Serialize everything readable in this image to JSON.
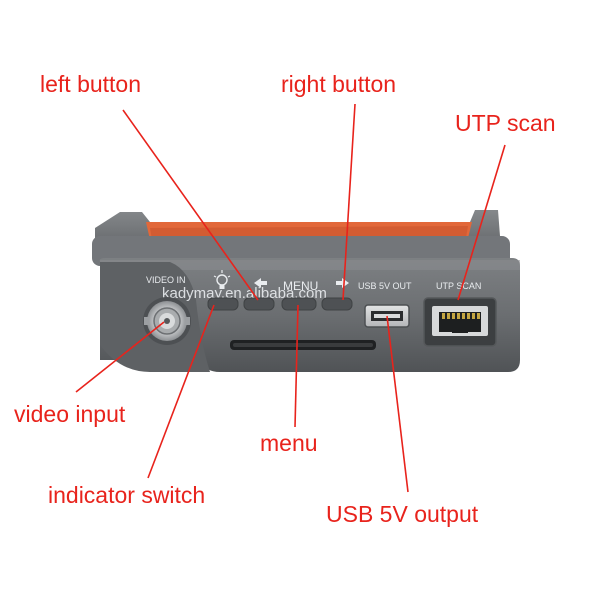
{
  "callouts": {
    "left_button": "left button",
    "right_button": "right button",
    "utp_scan": "UTP scan",
    "video_input": "video input",
    "menu": "menu",
    "indicator_switch": "indicator switch",
    "usb_output": "USB 5V output"
  },
  "panel": {
    "video_in": "VIDEO IN",
    "menu": "MENU",
    "usb": "USB 5V OUT",
    "utp": "UTP SCAN",
    "watermark": "kadymay.en.alibaba.com"
  },
  "icons": [
    "bulb-icon",
    "left-arrow-icon",
    "right-arrow-icon"
  ],
  "colors": {
    "callout": "#e8231c",
    "leader_line": "#e8231c",
    "device_body": "#6f7275",
    "orange_panel": "#e2683a"
  }
}
